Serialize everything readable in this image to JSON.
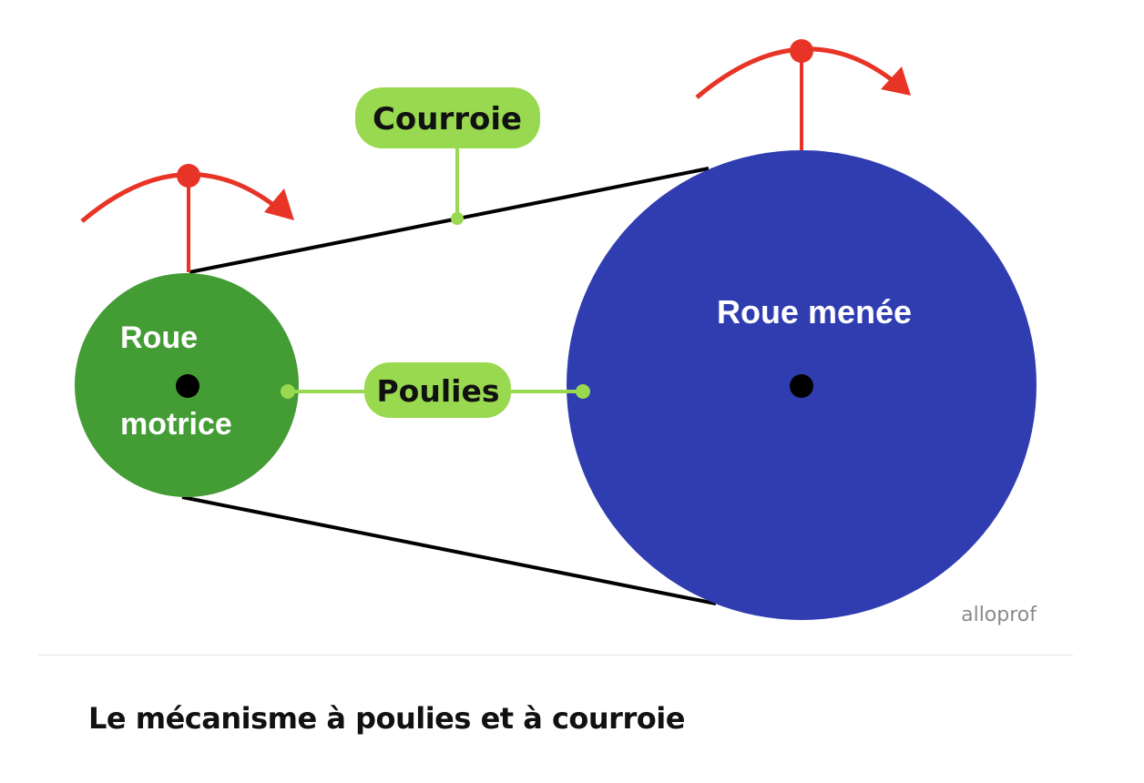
{
  "diagram": {
    "labels": {
      "belt": "Courroie",
      "pulleys": "Poulies",
      "driver_wheel_line1": "Roue",
      "driver_wheel_line2": "motrice",
      "driven_wheel": "Roue menée"
    },
    "watermark": "alloprof",
    "colors": {
      "driver": "#449c35",
      "driven": "#303db0",
      "label_bg": "#98d94f",
      "arrow": "#e83426",
      "belt": "#000000"
    }
  },
  "caption": "Le mécanisme à poulies et à courroie"
}
